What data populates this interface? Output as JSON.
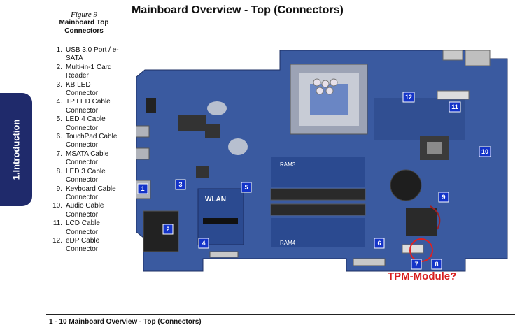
{
  "side_tab": {
    "label": "1.Introduction"
  },
  "figure": {
    "number": "Figure 9",
    "title": "Mainboard Top Connectors"
  },
  "page_title": "Mainboard Overview - Top (Connectors)",
  "legend": [
    {
      "n": "1.",
      "label": "USB 3.0 Port / e-SATA"
    },
    {
      "n": "2.",
      "label": "Multi-in-1 Card Reader"
    },
    {
      "n": "3.",
      "label": "KB LED Connector"
    },
    {
      "n": "4.",
      "label": "TP LED Cable Connector"
    },
    {
      "n": "5.",
      "label": "LED 4 Cable Connector"
    },
    {
      "n": "6.",
      "label": "TouchPad Cable Connector"
    },
    {
      "n": "7.",
      "label": "MSATA Cable Connector"
    },
    {
      "n": "8.",
      "label": "LED 3 Cable Connector"
    },
    {
      "n": "9.",
      "label": "Keyboard Cable Connector"
    },
    {
      "n": "10.",
      "label": "Audio Cable Connector"
    },
    {
      "n": "11.",
      "label": "LCD Cable Connector"
    },
    {
      "n": "12.",
      "label": "eDP Cable Connector"
    }
  ],
  "board": {
    "silk_wlan": "WLAN",
    "silk_ram3": "RAM3",
    "silk_ram4": "RAM4",
    "callouts": [
      "1",
      "2",
      "3",
      "4",
      "5",
      "6",
      "7",
      "8",
      "9",
      "10",
      "11",
      "12"
    ]
  },
  "annotation": {
    "text": "TPM-Module?",
    "color": "#d81e1e"
  },
  "footer": {
    "text": "1  -  10  Mainboard Overview - Top (Connectors)"
  },
  "colors": {
    "pcb": "#3a5aa0",
    "tab": "#1f2a6b",
    "callout": "#1434c8"
  }
}
